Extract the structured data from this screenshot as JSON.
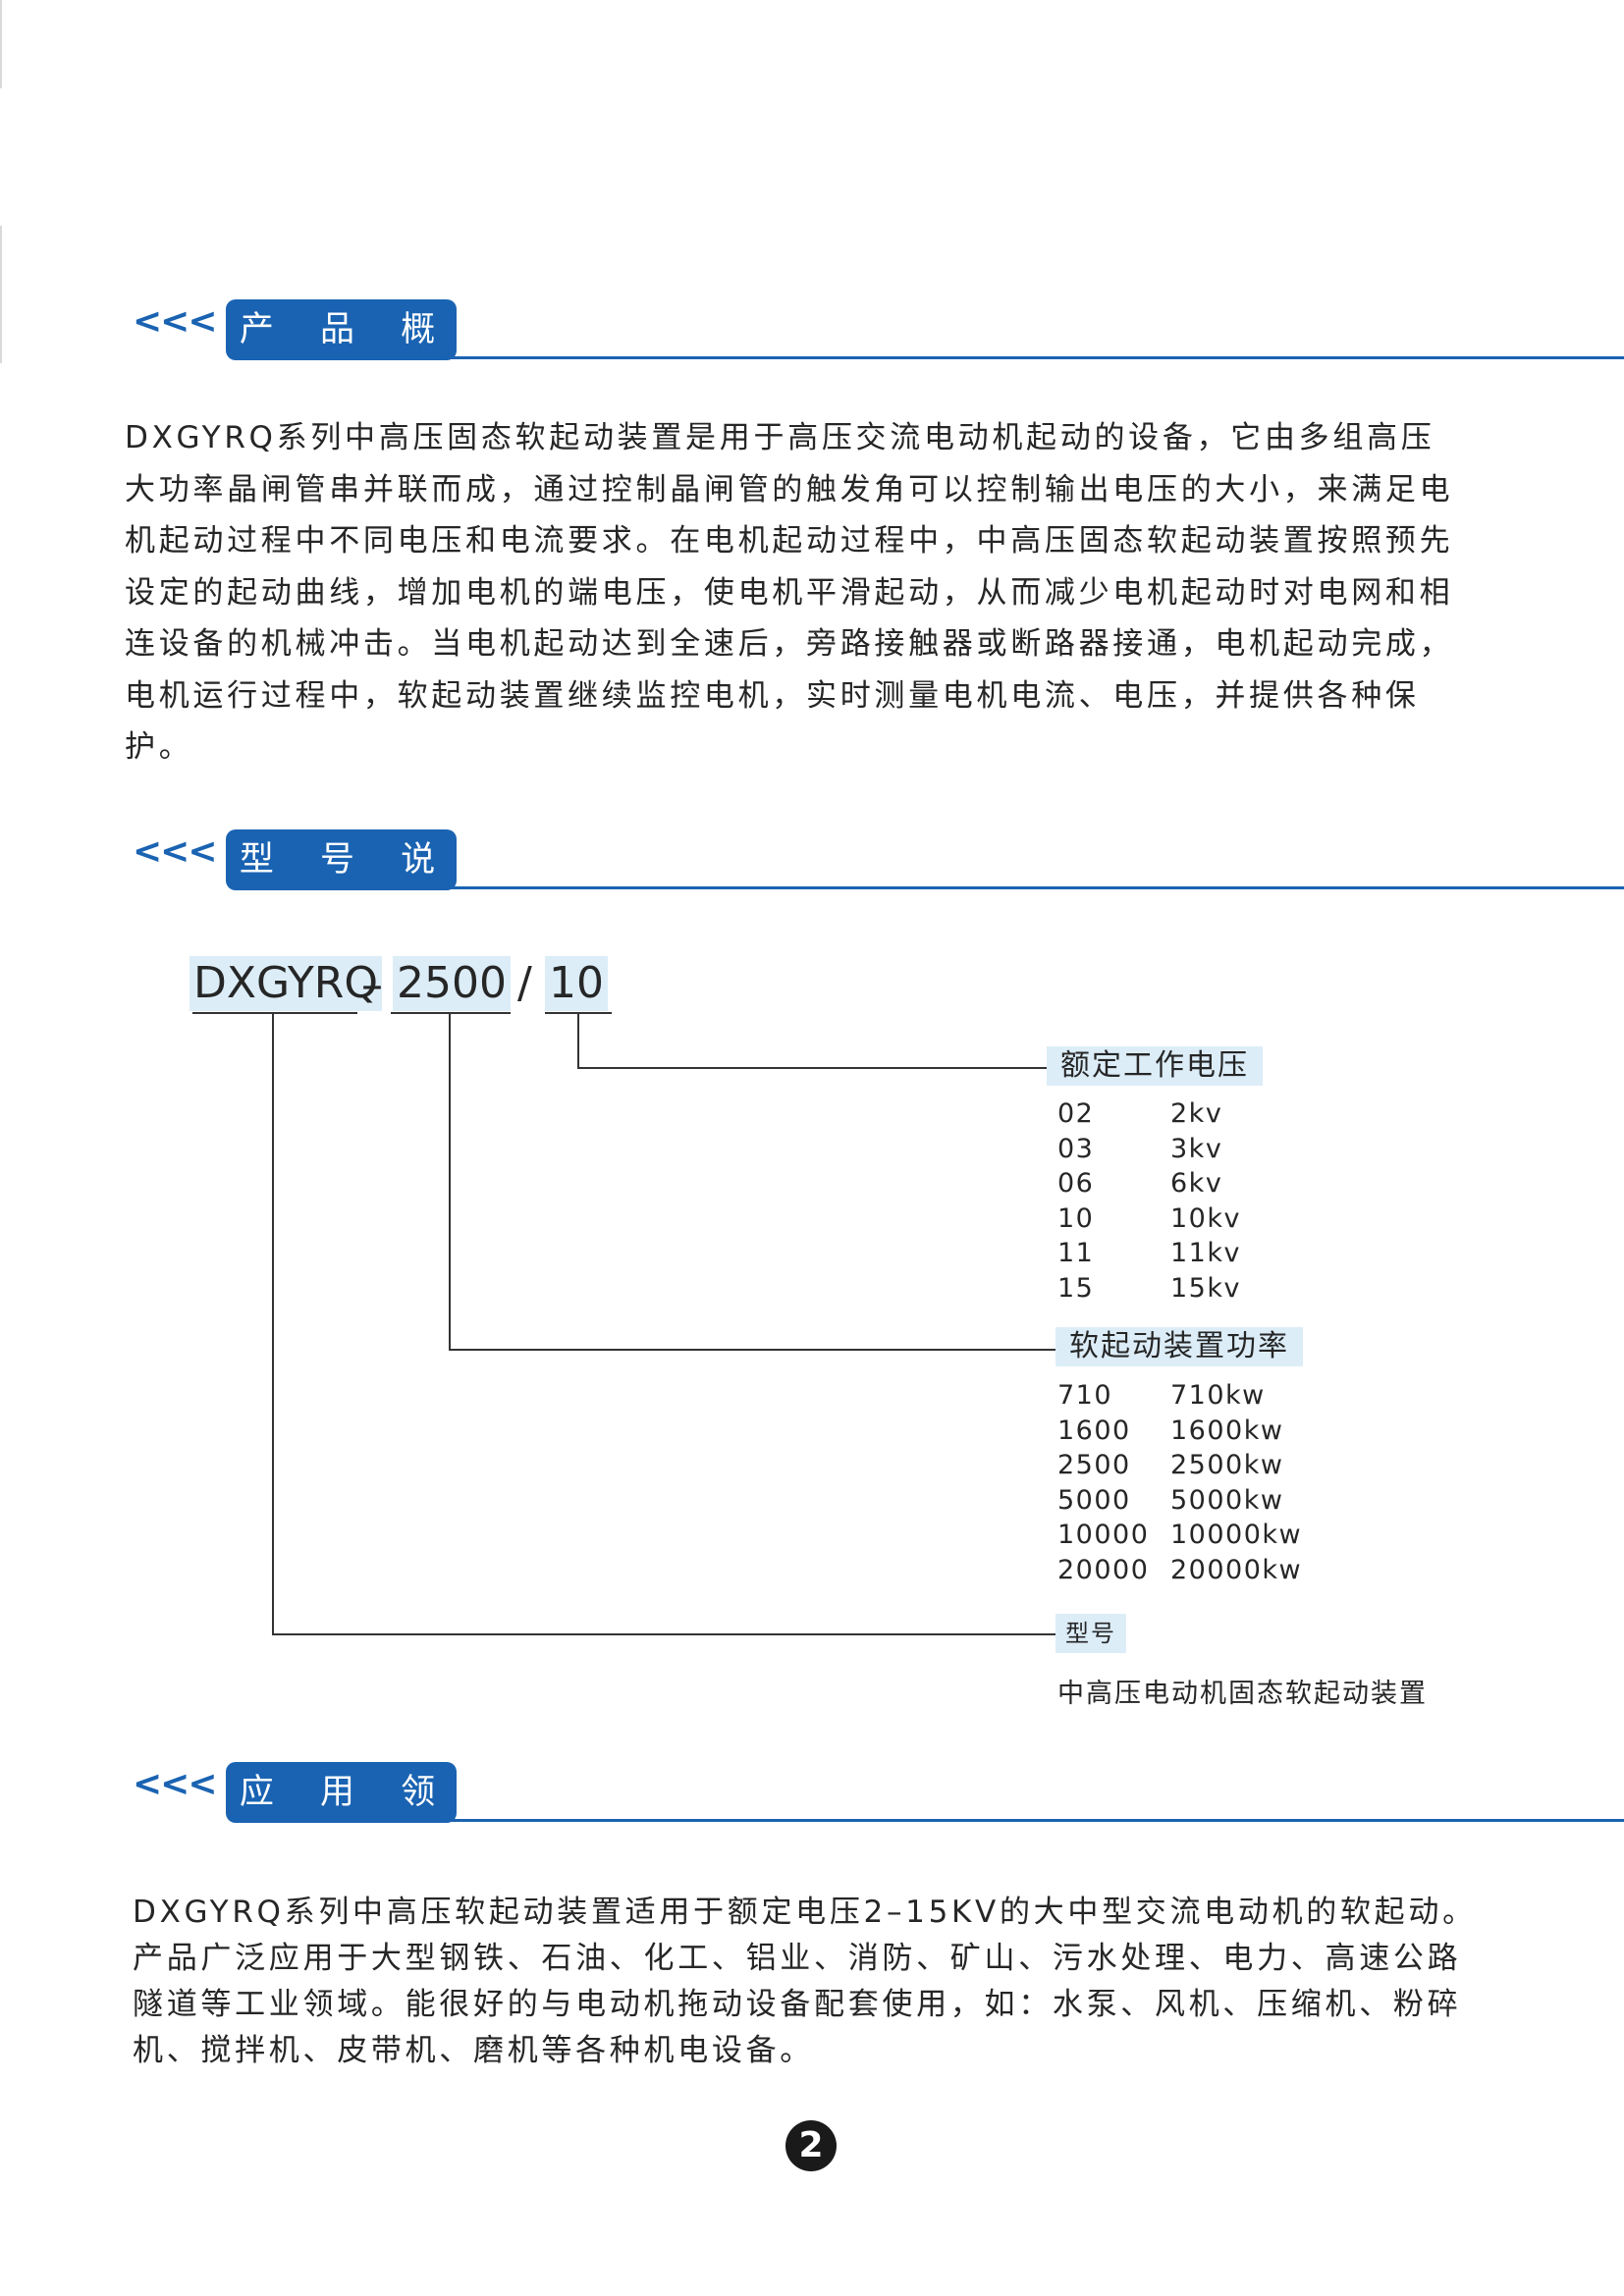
{
  "sections": {
    "overview": {
      "arrows": "<<<",
      "title": "产 品 概 述",
      "text": "  DXGYRQ系列中高压固态软起动装置是用于高压交流电动机起动的设备，它由多组高压\n大功率晶闸管串并联而成，通过控制晶闸管的触发角可以控制输出电压的大小，来满足电\n机起动过程中不同电压和电流要求。在电机起动过程中，中高压固态软起动装置按照预先\n设定的起动曲线，增加电机的端电压，使电机平滑起动，从而减少电机起动时对电网和相\n连设备的机械冲击。当电机起动达到全速后，旁路接触器或断路器接通，电机起动完成，\n电机运行过程中，软起动装置继续监控电机，实时测量电机电流、电压，并提供各种保\n护。"
    },
    "model": {
      "arrows": "<<<",
      "title": "型 号 说 明",
      "code": {
        "series": "DXGYRQ",
        "dash": "–",
        "power": "2500",
        "slash": "/",
        "voltage": "10"
      },
      "voltage_table": {
        "label": "额定工作电压",
        "rows": [
          {
            "code": "02",
            "value": "2kv"
          },
          {
            "code": "03",
            "value": "3kv"
          },
          {
            "code": "06",
            "value": "6kv"
          },
          {
            "code": "10",
            "value": "10kv"
          },
          {
            "code": "11",
            "value": "11kv"
          },
          {
            "code": "15",
            "value": "15kv"
          }
        ]
      },
      "power_table": {
        "label": "软起动装置功率",
        "rows": [
          {
            "code": "710",
            "value": "710kw"
          },
          {
            "code": "1600",
            "value": "1600kw"
          },
          {
            "code": "2500",
            "value": "2500kw"
          },
          {
            "code": "5000",
            "value": "5000kw"
          },
          {
            "code": "10000",
            "value": "10000kw"
          },
          {
            "code": "20000",
            "value": "20000kw"
          }
        ]
      },
      "type": {
        "label": "型号",
        "description": "中高压电动机固态软起动装置"
      }
    },
    "application": {
      "arrows": "<<<",
      "title": "应 用 领 域",
      "text": " DXGYRQ系列中高压软起动装置适用于额定电压2–15KV的大中型交流电动机的软起动。\n产品广泛应用于大型钢铁、石油、化工、铝业、消防、矿山、污水处理、电力、高速公路\n隧道等工业领域。能很好的与电动机拖动设备配套使用，如：水泵、风机、压缩机、粉碎\n机、搅拌机、皮带机、磨机等各种机电设备。"
    }
  },
  "page_number": "2",
  "colors": {
    "accent": "#1a63b2",
    "highlight": "#dcedf8",
    "text": "#262626"
  }
}
